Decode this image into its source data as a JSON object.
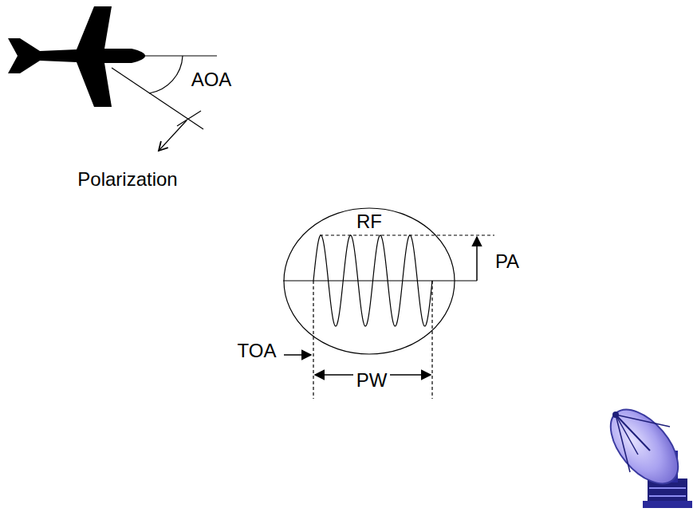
{
  "diagram": {
    "nodes": [
      {
        "text": [
          "RF"
        ]
      }
    ],
    "labels": [
      "AOA",
      "Polarization",
      "PA",
      "TOA",
      "PW"
    ]
  }
}
